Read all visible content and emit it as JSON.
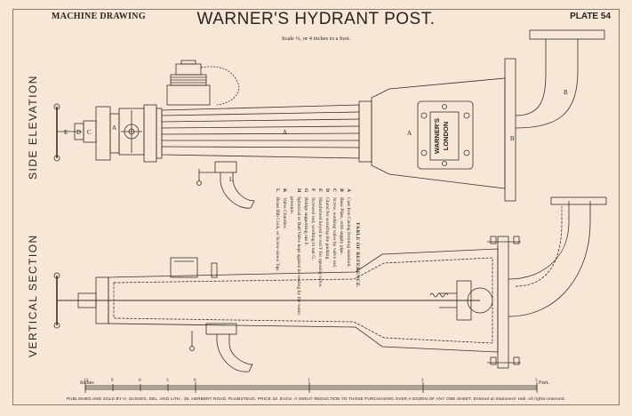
{
  "header": {
    "left": "MACHINE DRAWING",
    "title": "WARNER'S HYDRANT POST.",
    "plate": "PLATE 54",
    "scale": "Scale ⅓, or 4 inches to a foot."
  },
  "views": {
    "side": "SIDE ELEVATION",
    "section": "VERTICAL SECTION"
  },
  "plaque": {
    "line1": "WARNER'S",
    "line2": "LONDON"
  },
  "part_labels": {
    "a1": "A",
    "a2": "A",
    "a3": "A",
    "b1": "B",
    "b2": "B",
    "c": "C",
    "d": "D",
    "e": "E",
    "l": "L"
  },
  "legend": {
    "title": "TABLE OF REFERENCE.",
    "items": [
      {
        "k": "A",
        "t": "Cast Iron Casing forming standard."
      },
      {
        "k": "B",
        "t": "Base Plate, with supply pipe."
      },
      {
        "k": "C",
        "t": "Screw, working valve by valve rod."
      },
      {
        "k": "D",
        "t": "Gland for securing the packing."
      },
      {
        "k": "E",
        "t": "Handwheel keyed to rod F for opening valve."
      },
      {
        "k": "F",
        "t": "Screwed rod, working in nut G."
      },
      {
        "k": "G",
        "t": "Bridge supporting nut F."
      },
      {
        "k": "H",
        "t": "Spherical or Ball Valve kept against its seating by the water pressure."
      },
      {
        "k": "K",
        "t": "Valve Chamber."
      },
      {
        "k": "L",
        "t": "Brass Bib Cock, or Screw-down Tap."
      }
    ]
  },
  "scale_bar": {
    "left": "Inches",
    "right": "Feet.",
    "ticks": [
      "12",
      "9",
      "6",
      "3",
      "0",
      "1",
      "2",
      "3"
    ]
  },
  "footer": {
    "text": "PUBLISHED AND SOLD BY H. SUSSEX, DEL. AND LITH., 36, HERBERT ROAD, PLUMSTEAD. PRICE 3d. EACH.   A GREAT REDUCTION TO THOSE PURCHASING OVER A DOZEN OF ANY ONE SHEET. Entered at Stationers' Hall.   All rights reserved."
  }
}
